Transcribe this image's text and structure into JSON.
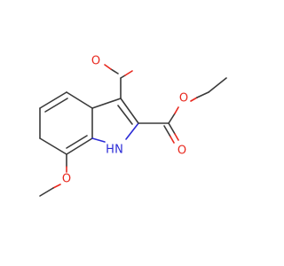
{
  "molecule": {
    "colors": {
      "bond": "#3a3a3a",
      "oxygen": "#e8281e",
      "nitrogen": "#2b2bd6"
    },
    "labels": {
      "aldehyde_oxygen": "O",
      "ester_carbonyl_oxygen": "O",
      "ester_ether_oxygen": "O",
      "methoxy_oxygen": "O",
      "ring_nitrogen": "N",
      "ring_nitrogen_hydrogen": "H"
    }
  }
}
